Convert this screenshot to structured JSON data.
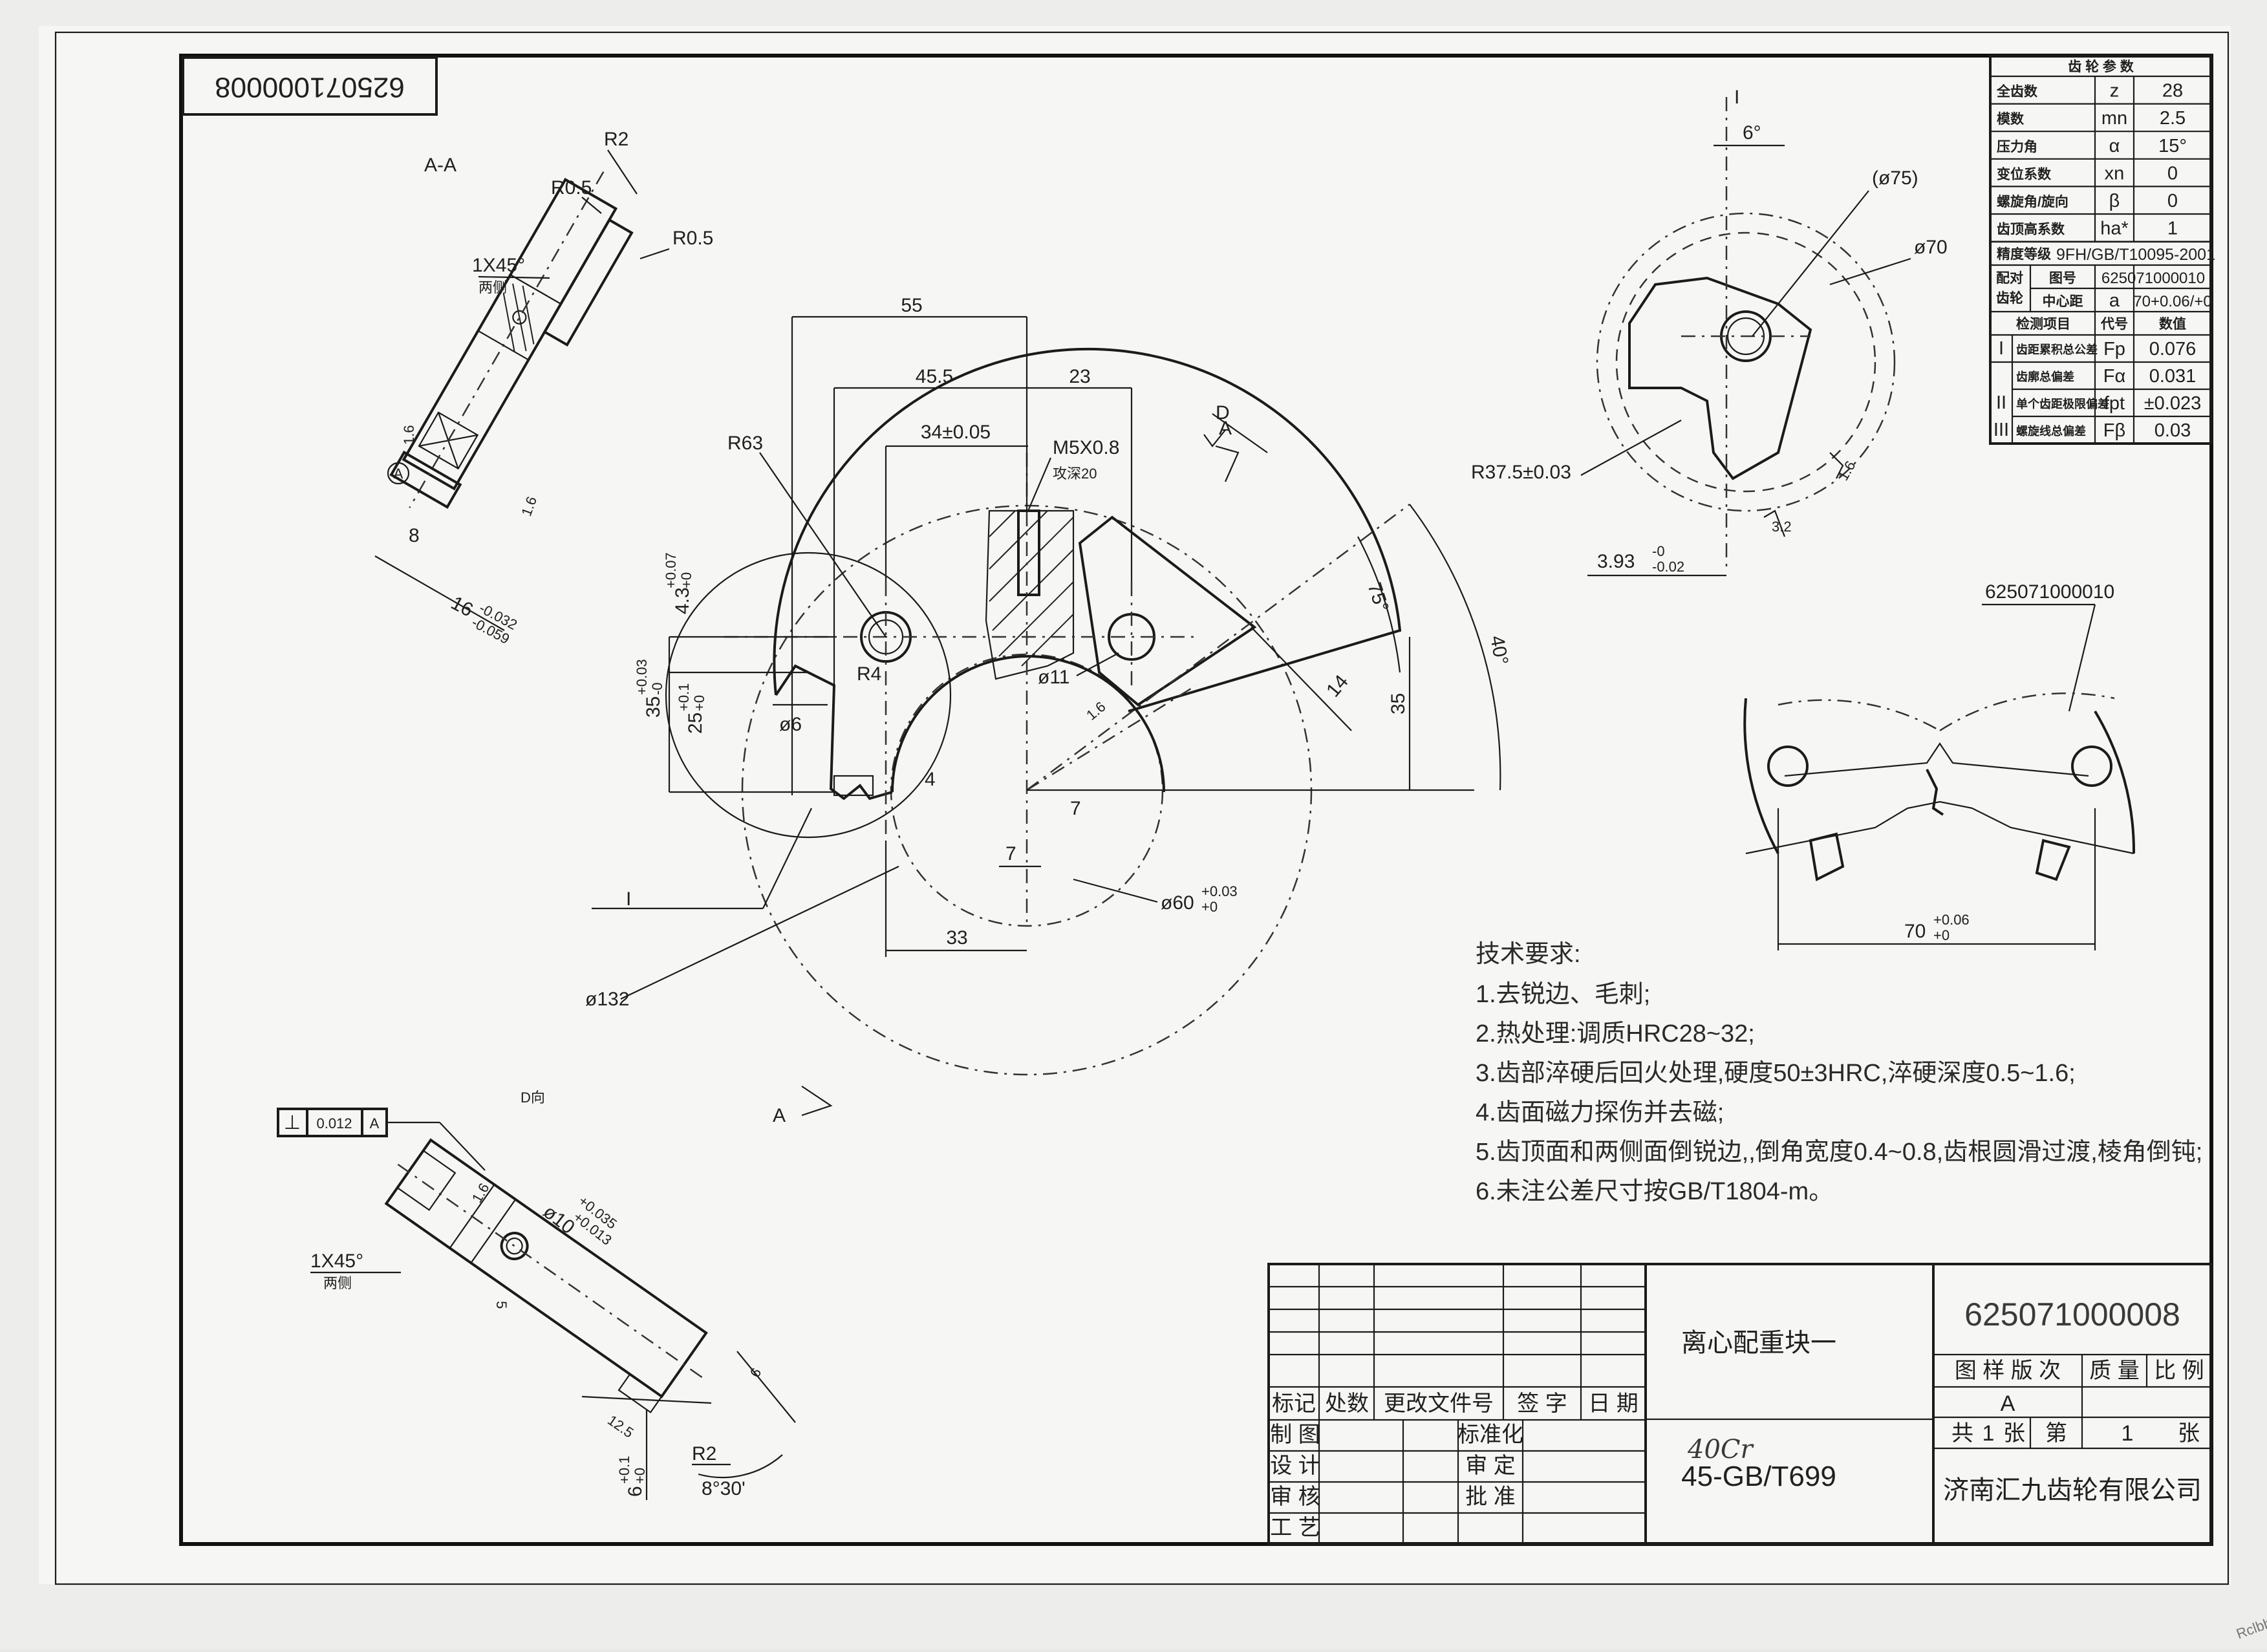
{
  "drawing_number": "625071000008",
  "stamp_number": "625071000008",
  "title": "离心配重块一",
  "material": "45-GB/T699",
  "material_handwritten": "40Cr",
  "company": "济南汇九齿轮有限公司",
  "revision": "A",
  "sheets": {
    "total_prefix": "共",
    "total": "1",
    "total_suffix": "张",
    "current_prefix": "第",
    "current": "1",
    "current_suffix": "张"
  },
  "title_block": {
    "header": [
      "标记",
      "处数",
      "更改文件号",
      "签 字",
      "日 期"
    ],
    "roles_left": [
      "制 图",
      "设 计",
      "审 核",
      "工 艺"
    ],
    "roles_mid": [
      "标准化",
      "审 定",
      "批 准"
    ],
    "cols": [
      "图 样 版 次",
      "质 量",
      "比 例"
    ]
  },
  "gear_table": {
    "title": "齿 轮 参 数",
    "rows": [
      {
        "name": "全齿数",
        "symbol": "z",
        "value": "28"
      },
      {
        "name": "模数",
        "symbol": "mn",
        "value": "2.5"
      },
      {
        "name": "压力角",
        "symbol": "α",
        "value": "15°"
      },
      {
        "name": "变位系数",
        "symbol": "xn",
        "value": "0"
      },
      {
        "name": "螺旋角/旋向",
        "symbol": "β",
        "value": "0"
      },
      {
        "name": "齿顶高系数",
        "symbol": "ha*",
        "value": "1"
      }
    ],
    "accuracy_label": "精度等级",
    "accuracy_value": "9FH/GB/T10095-2001",
    "mating_label_1": "配对",
    "mating_label_2": "齿轮",
    "mating_drawing_label": "图号",
    "mating_drawing_value": "625071000010",
    "center_label": "中心距",
    "center_symbol": "a",
    "center_value": "70+0.06/+0",
    "inspect_header": [
      "检测项目",
      "代号",
      "数值"
    ],
    "inspect": [
      {
        "group": "I",
        "name": "齿距累积总公差",
        "symbol": "Fp",
        "value": "0.076"
      },
      {
        "group": "",
        "name": "齿廓总偏差",
        "symbol": "Fα",
        "value": "0.031"
      },
      {
        "group": "II",
        "name": "单个齿距极限偏差",
        "symbol": "fpt",
        "value": "±0.023"
      },
      {
        "group": "III",
        "name": "螺旋线总偏差",
        "symbol": "Fβ",
        "value": "0.03"
      }
    ]
  },
  "requirements": {
    "title": "技术要求:",
    "items": [
      "1.去锐边、毛刺;",
      "2.热处理:调质HRC28~32;",
      "3.齿部淬硬后回火处理,硬度50±3HRC,淬硬深度0.5~1.6;",
      "4.齿面磁力探伤并去磁;",
      "5.齿顶面和两侧面倒锐边,,倒角宽度0.4~0.8,齿根圆滑过渡,棱角倒钝;",
      "6.未注公差尺寸按GB/T1804-m。"
    ]
  },
  "labels": {
    "section_aa": "A-A",
    "view_d": "D向",
    "detail_i": "I",
    "mating_part": "625071000010",
    "d_arrow": "D",
    "a_mark": "A",
    "a_circle": "A",
    "gdt_symbol": "⊥",
    "gdt_tol": "0.012",
    "gdt_datum": "A",
    "corner_mark": "Rclbbs"
  },
  "dims": {
    "d55": "55",
    "d45_5": "45.5",
    "d23": "23",
    "d34": "34±0.05",
    "m5": "M5X0.8",
    "m5_depth": "攻深20",
    "r63": "R63",
    "r4": "R4",
    "d6": "ø6",
    "d11": "ø11",
    "d4": "4",
    "d7a": "7",
    "d7b": "7",
    "d33": "33",
    "d60": "ø60",
    "d60_tol_u": "+0.03",
    "d60_tol_l": "+0",
    "d132": "ø132",
    "d35": "35",
    "d14": "14",
    "a75": "75°",
    "a40": "40°",
    "d35v": "35",
    "d35v_tol_u": "+0.03",
    "d35v_tol_l": "-0",
    "d25v": "25",
    "d25v_tol_u": "+0.1",
    "d25v_tol_l": "+0",
    "d4_3": "4.3",
    "d4_3_tol_u": "+0.07",
    "d4_3_tol_l": "+0",
    "i_label": "I",
    "r2": "R2",
    "r05a": "R0.5",
    "r05b": "R0.5",
    "ch1": "1X45°",
    "ch1_side": "两侧",
    "d1_6": "1.6",
    "d1_6b": "1.6",
    "d8": "8",
    "d16": "16",
    "d16_tol_u": "-0.032",
    "d16_tol_l": "-0.059",
    "deg6": "6°",
    "d75": "(ø75)",
    "d70": "ø70",
    "r37": "R37.5±0.03",
    "d3_93": "3.93",
    "d3_93_tol_u": "-0",
    "d3_93_tol_l": "-0.02",
    "d3_2": "3.2",
    "d1_6c": "1.6",
    "i_top": "I",
    "d70b": "70",
    "d70b_tol_u": "+0.06",
    "d70b_tol_l": "+0",
    "d10": "ø10",
    "d10_tol_u": "+0.035",
    "d10_tol_l": "+0.013",
    "d1_6d": "1.6",
    "ch2": "1X45°",
    "ch2_side": "两侧",
    "d5": "5",
    "d6b": "6",
    "d12_5": "12.5",
    "r2b": "R2",
    "d6v": "6",
    "d6v_tol_u": "+0.1",
    "d6v_tol_l": "+0",
    "ang": "8°30'"
  }
}
